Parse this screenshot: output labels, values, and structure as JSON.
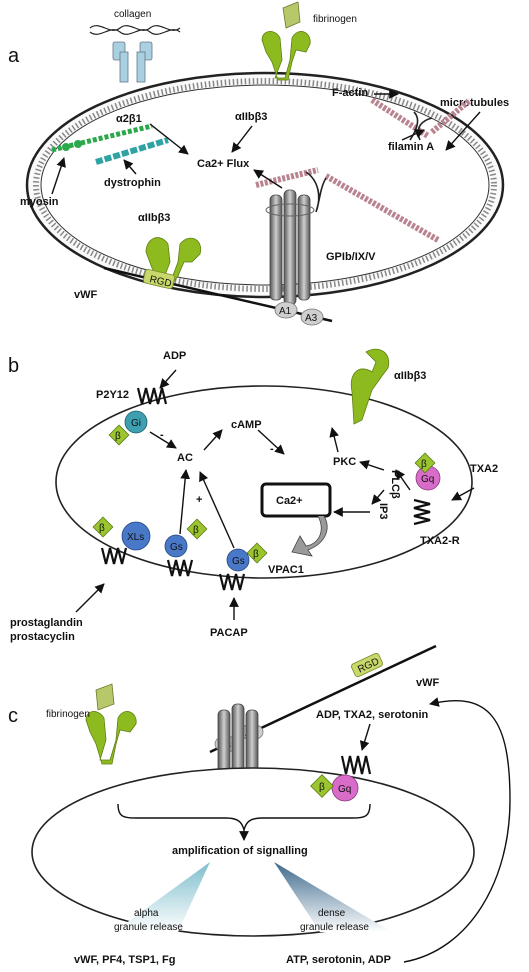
{
  "panels": {
    "a": "a",
    "b": "b",
    "c": "c"
  },
  "panel_a": {
    "collagen": "collagen",
    "fibrinogen": "fibrinogen",
    "a2b1": "α2β1",
    "aIIbb3_top": "αIIbβ3",
    "f_actin": "F-actin",
    "microtubules": "microtubules",
    "filamin": "filamin A",
    "ca_flux": "Ca2+ Flux",
    "dystrophin": "dystrophin",
    "myosin": "myosin",
    "aIIbb3_low": "αIIbβ3",
    "gpib": "GPIb/IX/V",
    "vwf": "vWF",
    "rgd": "RGD",
    "a1": "A1",
    "a3": "A3"
  },
  "panel_b": {
    "adp": "ADP",
    "p2y12": "P2Y12",
    "gi": "Gi",
    "beta": "β",
    "camp": "cAMP",
    "minus1": "-",
    "minus2": "-",
    "ac": "AC",
    "plus": "+",
    "pkc": "PKC",
    "aIIbb3": "αIIbβ3",
    "txa2": "TXA2",
    "gq": "Gq",
    "plcb": "PLCβ",
    "ca2": "Ca2+",
    "ip3": "IP3",
    "txa2r": "TXA2-R",
    "xls": "XLs",
    "gs1": "Gs",
    "gs2": "Gs",
    "vpac1": "VPAC1",
    "prostaglandin": "prostaglandin",
    "prostacyclin": "prostacyclin",
    "pacap": "PACAP"
  },
  "panel_c": {
    "rgd": "RGD",
    "vwf": "vWF",
    "fibrinogen": "fibrinogen",
    "a3": "A3",
    "a1": "A1",
    "agonists": "ADP, TXA2, serotonin",
    "beta": "β",
    "gq": "Gq",
    "amplification": "amplification of signalling",
    "alpha_line1": "alpha",
    "alpha_line2": "granule release",
    "dense_line1": "dense",
    "dense_line2": "granule release",
    "alpha_products": "vWF, PF4, TSP1, Fg",
    "dense_products": "ATP, serotonin, ADP"
  },
  "colors": {
    "integrin_green": "#8dbb1f",
    "receptor_gray": "#8a8a8a",
    "collagen_receptor_blue": "#a9d0e0",
    "gi_teal": "#3d9fb0",
    "gs_blue": "#4a78c8",
    "gq_pink": "#d86cc8",
    "beta_green": "#9bc52f",
    "actin_pink": "#b9838f",
    "dystrophin_teal": "#2fa3a3",
    "myosin_green": "#2aa84a",
    "alpha_cone": "#b3dce6",
    "dense_cone": "#4b7396"
  }
}
